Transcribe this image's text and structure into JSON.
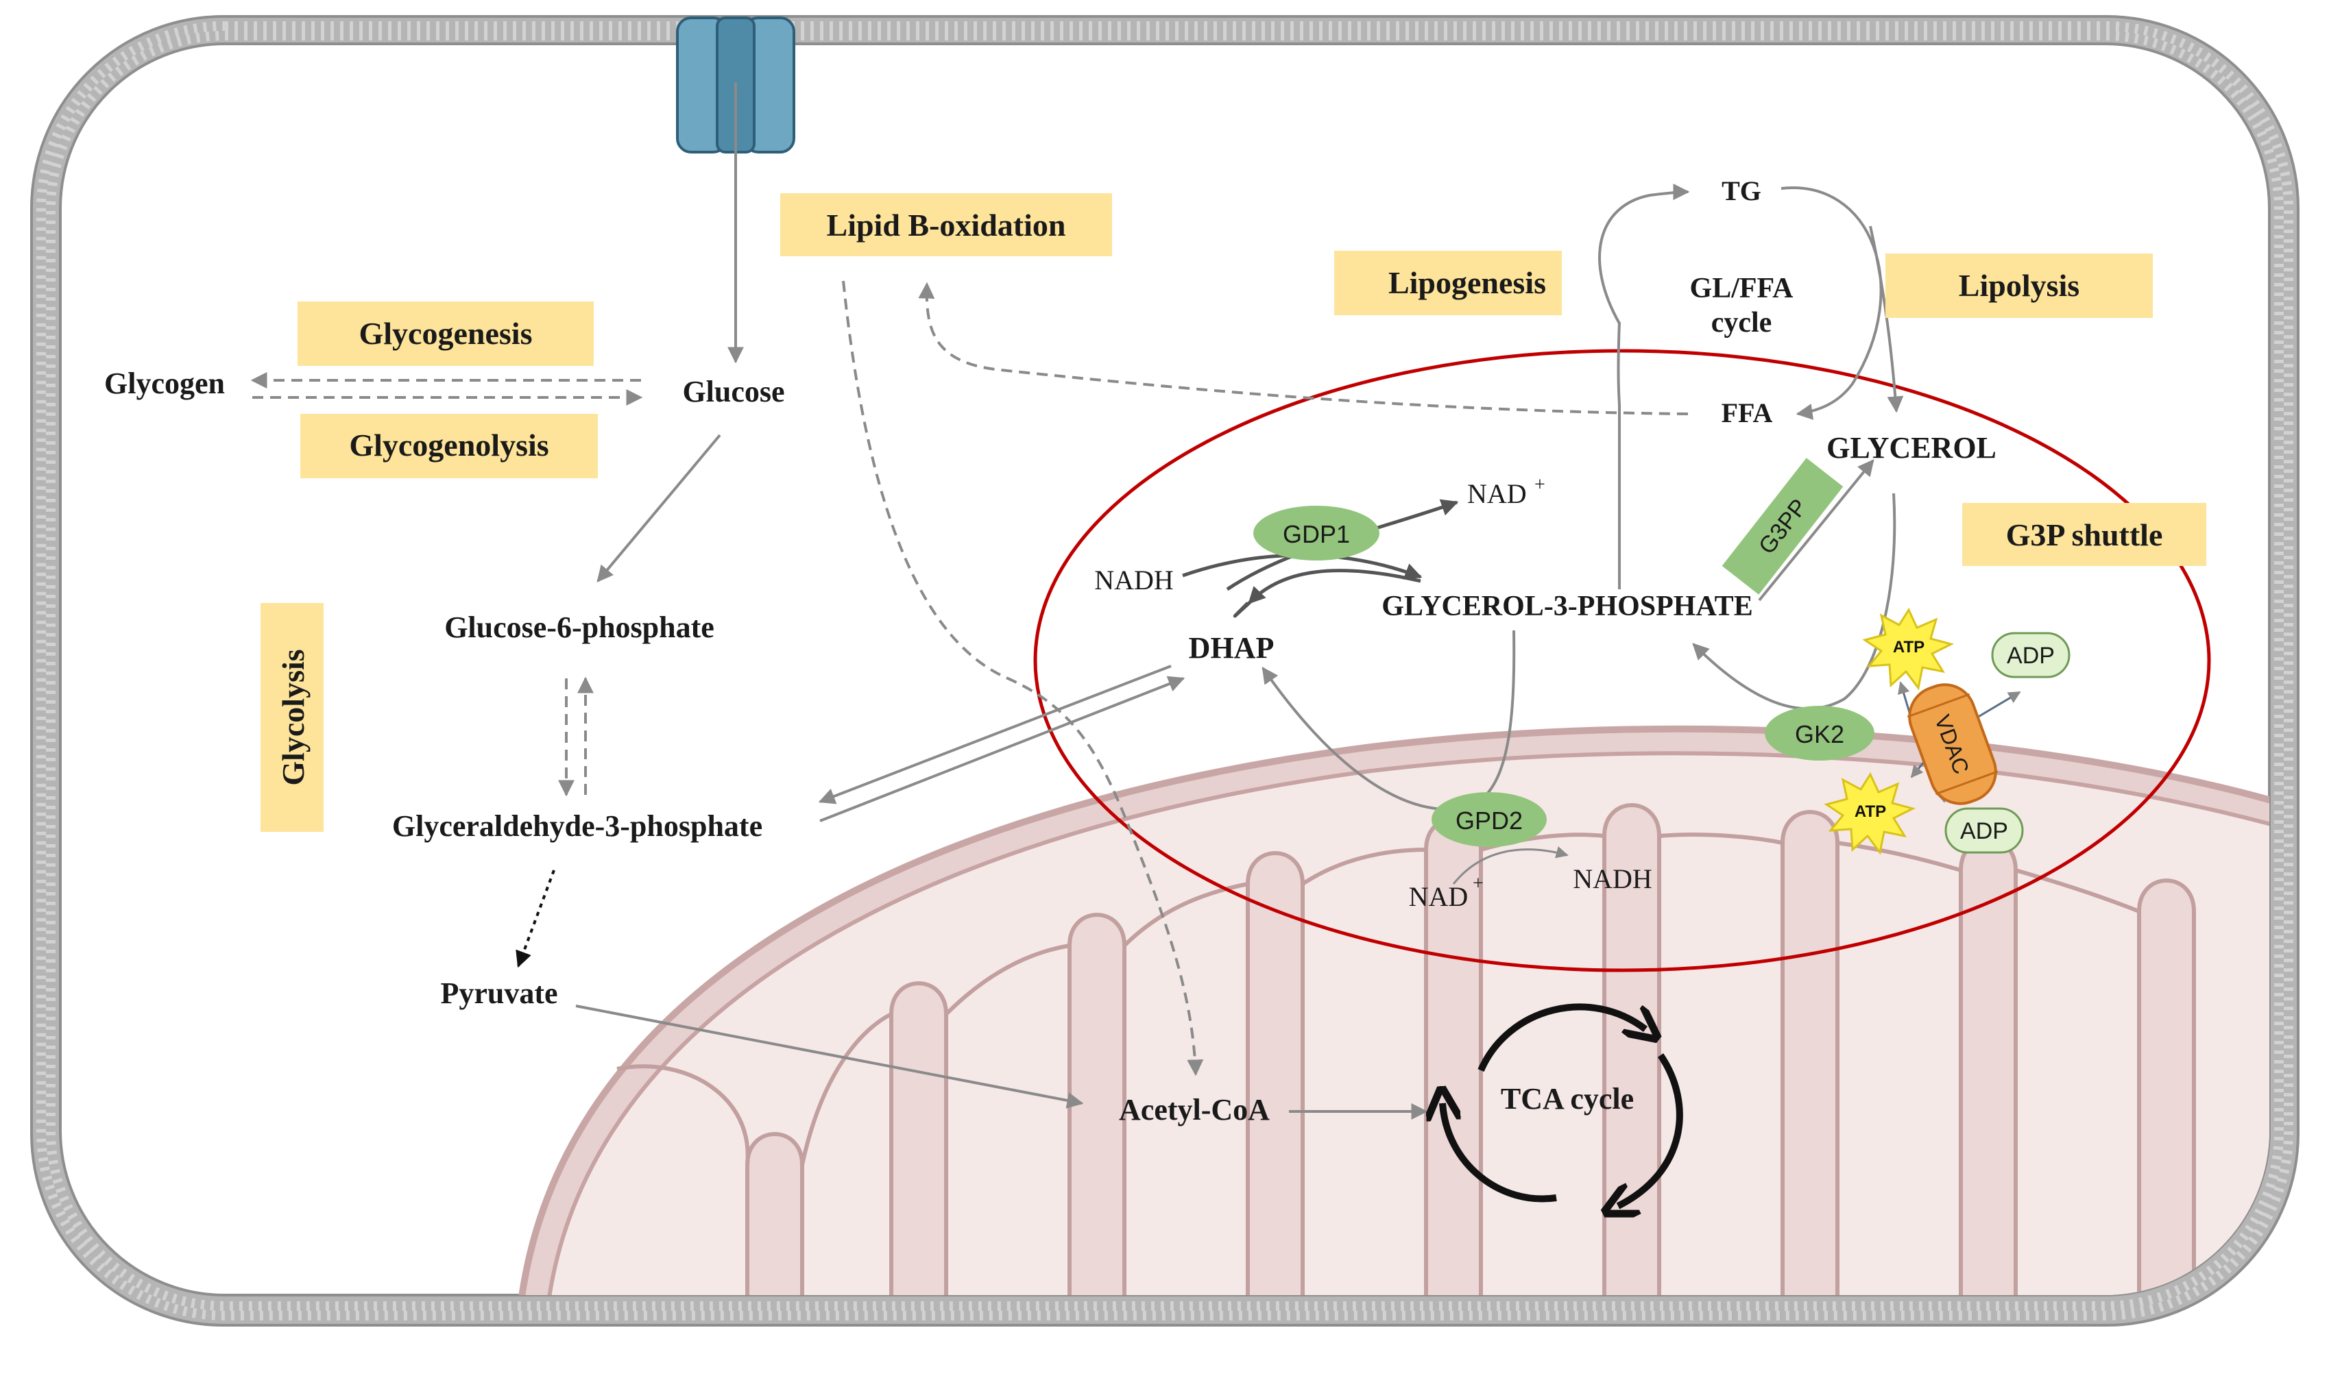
{
  "colors": {
    "membrane": "#a7a7a7",
    "label_box": "#fde49a",
    "enzyme": "#93c47d",
    "highlight_ellipse": "#c00000",
    "mitochondrion_outer": "#c9a6a6",
    "mitochondrion_fill": "#f4e7e6",
    "channel": "#5f9cb8",
    "vdac": "#f0a24a",
    "atp_burst": "#fff04a",
    "adp": "#e2f2d0"
  },
  "process_labels": {
    "glycogenesis": "Glycogenesis",
    "glycogenolysis": "Glycogenolysis",
    "glycolysis": "Glycolysis",
    "lipid_oxidation": "Lipid B-oxidation",
    "lipogenesis": "Lipogenesis",
    "lipolysis": "Lipolysis",
    "g3p_shuttle": "G3P shuttle"
  },
  "metabolites": {
    "glycogen": "Glycogen",
    "glucose": "Glucose",
    "g6p": "Glucose-6-phosphate",
    "ga3p": "Glyceraldehyde-3-phosphate",
    "pyruvate": "Pyruvate",
    "acetyl_coa": "Acetyl-CoA",
    "tca": "TCA cycle",
    "tg": "TG",
    "glffa_line1": "GL/FFA",
    "glffa_line2": "cycle",
    "ffa": "FFA",
    "glycerol": "GLYCEROL",
    "glycerol_3p": "GLYCEROL-3-PHOSPHATE",
    "dhap": "DHAP",
    "nad_top": "NAD",
    "nad_top_sup": "+",
    "nadh_left": "NADH",
    "nad_bottom": "NAD",
    "nad_bottom_sup": "+",
    "nadh_bottom": "NADH"
  },
  "enzymes": {
    "gdp1": "GDP1",
    "gpd2": "GPD2",
    "gk2": "GK2",
    "g3pp": "G3PP",
    "vdac": "VDAC"
  },
  "energy": {
    "atp": "ATP",
    "adp": "ADP"
  }
}
